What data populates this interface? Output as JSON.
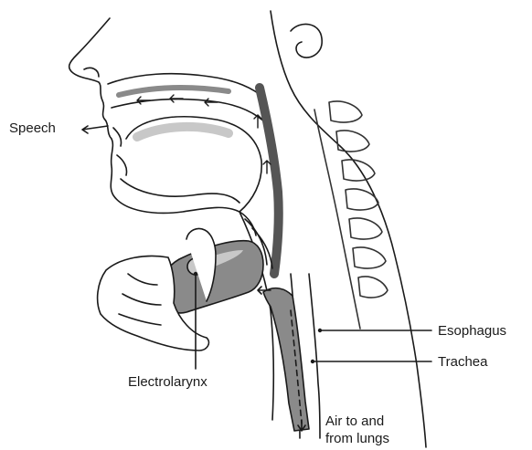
{
  "labels": {
    "speech": "Speech",
    "esophagus": "Esophagus",
    "trachea": "Trachea",
    "electrolarynx": "Electrolarynx",
    "air_line1": "Air to and",
    "air_line2": "from lungs"
  },
  "colors": {
    "ink": "#1a1a1a",
    "shade": "#8a8a8a",
    "light_shade": "#c8c8c8"
  }
}
